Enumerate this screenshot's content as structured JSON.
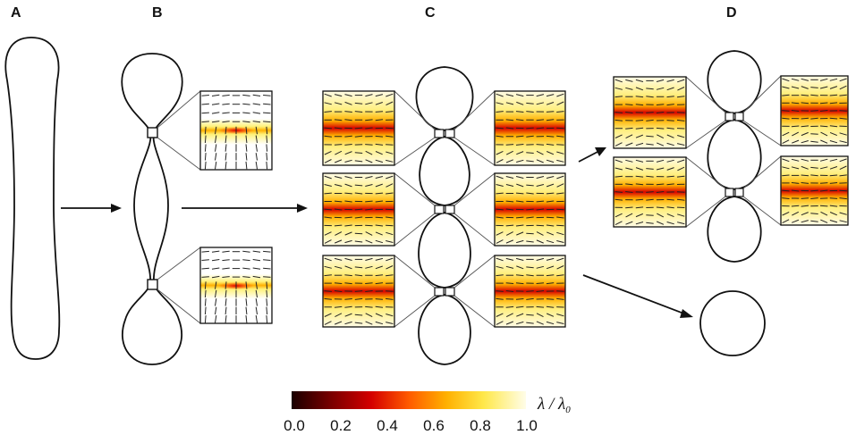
{
  "panels": {
    "a": "A",
    "b": "B",
    "c": "C",
    "d": "D"
  },
  "colorbar": {
    "label_main": "λ / λ",
    "label_sub": "0",
    "ticks": [
      "0.0",
      "0.2",
      "0.4",
      "0.6",
      "0.8",
      "1.0"
    ],
    "colors": [
      "#1a0000",
      "#7a0000",
      "#d40000",
      "#ff5a00",
      "#ffb000",
      "#ffe84a",
      "#fffde8"
    ]
  }
}
